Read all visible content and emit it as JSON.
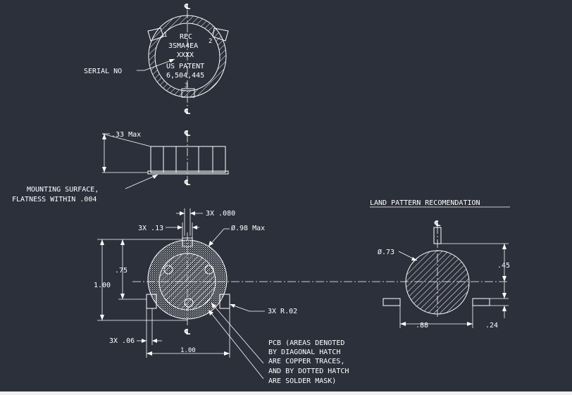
{
  "top_view": {
    "mark_rec": "REC",
    "mark_part": "3SMA4EA",
    "mark_serial": "XXXX",
    "mark_patent": "US PATENT",
    "mark_patent_no": "6,504,445",
    "pin1": "1",
    "pin2": "2",
    "pin3": "3",
    "serial_label": "SERIAL NO"
  },
  "side_view": {
    "height_dim": ".33 Max",
    "mounting_note_1": "MOUNTING SURFACE,",
    "mounting_note_2": "FLATNESS WITHIN .004"
  },
  "bottom_view": {
    "pad_gap_dim": "3X .080",
    "pad_width_dim": "3X .13",
    "diameter_dim": "Ø.98 Max",
    "height_75": ".75",
    "height_100": "1.00",
    "width_100": "1.00",
    "pad_depth_dim": "3X .06",
    "radius_dim": "3X R.02",
    "pcb_note": [
      "PCB (AREAS DENOTED",
      "BY DIAGONAL HATCH",
      "ARE COPPER TRACES,",
      "AND BY DOTTED HATCH",
      "ARE SOLDER MASK)"
    ]
  },
  "land_pattern": {
    "title": "LAND PATTERN RECOMENDATION",
    "diameter": "Ø.73",
    "dim_45": ".45",
    "dim_88": ".88",
    "dim_24": ".24"
  },
  "centerline_symbol": "℄",
  "colors": {
    "background": "#2b303b",
    "lines": "#ffffff"
  }
}
